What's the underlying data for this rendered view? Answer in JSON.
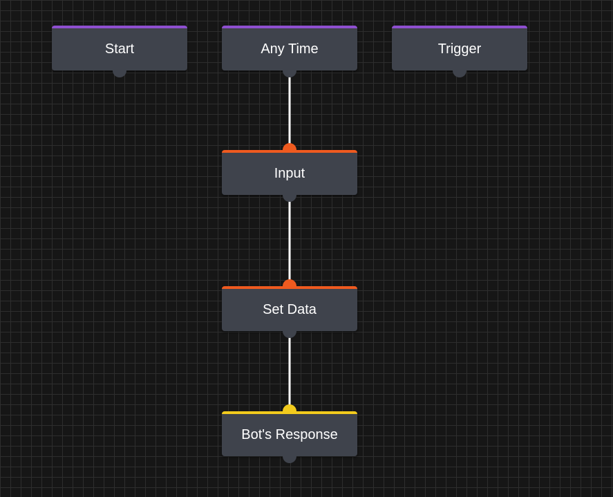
{
  "nodes": [
    {
      "id": "start",
      "label": "Start",
      "accent": "#8e4fd0",
      "input_port": false
    },
    {
      "id": "any_time",
      "label": "Any Time",
      "accent": "#8e4fd0",
      "input_port": false
    },
    {
      "id": "trigger",
      "label": "Trigger",
      "accent": "#8e4fd0",
      "input_port": false
    },
    {
      "id": "input",
      "label": "Input",
      "accent": "#ef5a1f",
      "input_port": true
    },
    {
      "id": "set_data",
      "label": "Set Data",
      "accent": "#ef5a1f",
      "input_port": true
    },
    {
      "id": "bots_response",
      "label": "Bot's Response",
      "accent": "#f2cb1d",
      "input_port": true
    }
  ],
  "connections": [
    {
      "from": "any_time",
      "to": "input"
    },
    {
      "from": "input",
      "to": "set_data"
    },
    {
      "from": "set_data",
      "to": "bots_response"
    }
  ],
  "colors": {
    "background": "#161616",
    "grid_line": "#2e2e2e",
    "node_body": "#3f434c",
    "wire": "#ffffff"
  }
}
